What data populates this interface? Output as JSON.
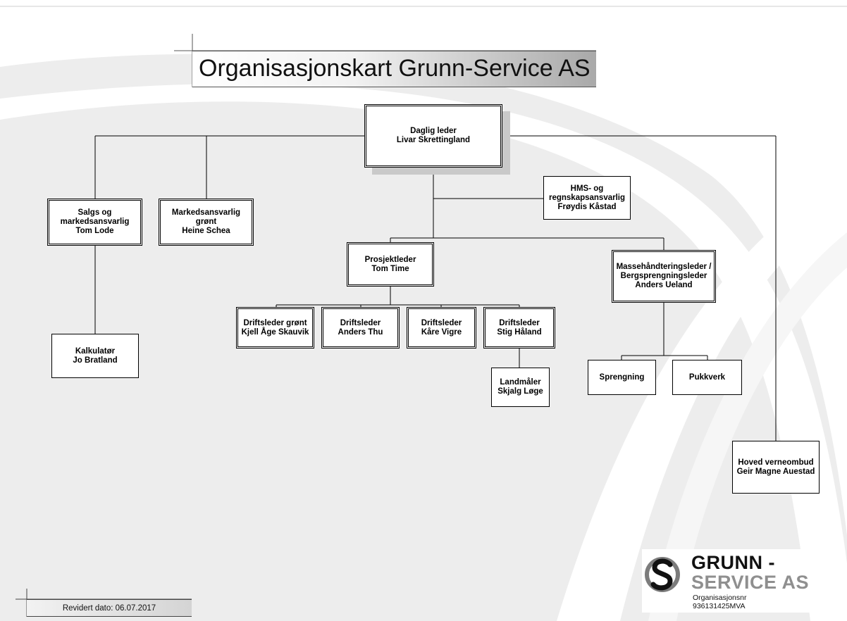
{
  "title": "Organisasjonskart Grunn-Service AS",
  "nodes": {
    "daglig_leder": [
      "Daglig leder",
      "Livar Skrettingland"
    ],
    "salg": [
      "Salgs og",
      "markedsansvarlig",
      "Tom Lode"
    ],
    "marked_gront": [
      "Markedsansvarlig",
      "grønt",
      "Heine Schea"
    ],
    "hms": [
      "HMS- og",
      "regnskapsansvarlig",
      "Frøydis Kåstad"
    ],
    "prosjektleder": [
      "Prosjektleder",
      "Tom Time"
    ],
    "massehandtering": [
      "Massehåndteringsleder /",
      "Bergsprengningsleder",
      "Anders Ueland"
    ],
    "drift_gront": [
      "Driftsleder grønt",
      "Kjell Åge Skauvik"
    ],
    "drift_anders": [
      "Driftsleder",
      "Anders Thu"
    ],
    "drift_kare": [
      "Driftsleder",
      "Kåre Vigre"
    ],
    "drift_stig": [
      "Driftsleder",
      "Stig Håland"
    ],
    "kalkulator": [
      "Kalkulatør",
      "Jo Bratland"
    ],
    "landmaler": [
      "Landmåler",
      "Skjalg Løge"
    ],
    "sprengning": [
      "Sprengning"
    ],
    "pukkverk": [
      "Pukkverk"
    ],
    "verneombud": [
      "Hoved verneombud",
      "Geir Magne Auestad"
    ]
  },
  "footer": {
    "revised": "Revidert dato: 06.07.2017"
  },
  "logo": {
    "line1": "GRUNN -",
    "line2": "SERVICE AS",
    "line3": "Organisasjonsnr",
    "line4": "936131425MVA"
  },
  "colors": {
    "background_swoosh": "#ececec",
    "lines": "#000000",
    "shadow": "#c9c9c9",
    "logo_grey": "#8f8f8f"
  }
}
